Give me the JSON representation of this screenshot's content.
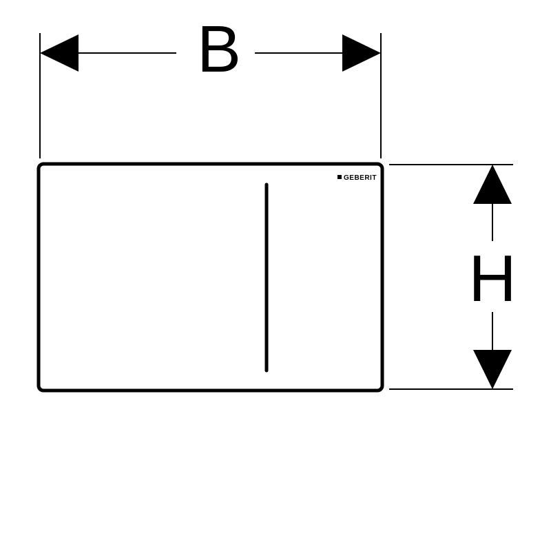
{
  "diagram": {
    "width_label": "B",
    "height_label": "H",
    "brand": {
      "name": "GEBERIT"
    },
    "colors": {
      "line": "#000000",
      "background": "#ffffff"
    }
  }
}
